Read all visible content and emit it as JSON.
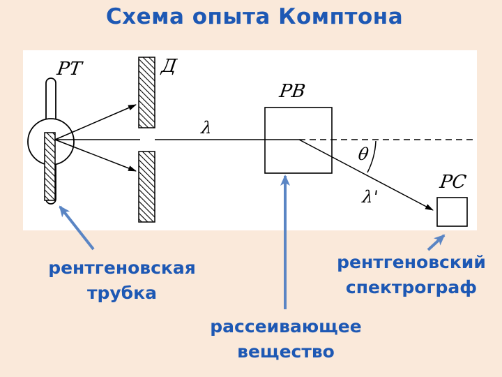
{
  "title": "Схема опыта Комптона",
  "labels": {
    "tube": "РТ",
    "diaphragm": "Д",
    "scatterer": "РВ",
    "spectrograph": "РС",
    "lambda": "λ",
    "lambda_prime": "λ'",
    "theta": "θ"
  },
  "captions": {
    "tube": [
      "рентгеновская",
      "трубка"
    ],
    "scatterer": [
      "рассеивающее",
      "вещество"
    ],
    "spectrograph": [
      "рентгеновский",
      "спектрограф"
    ]
  },
  "colors": {
    "background": "#fae9da",
    "title": "#1d58b4",
    "caption": "#1d58b4",
    "arrow": "#5a85c4"
  }
}
